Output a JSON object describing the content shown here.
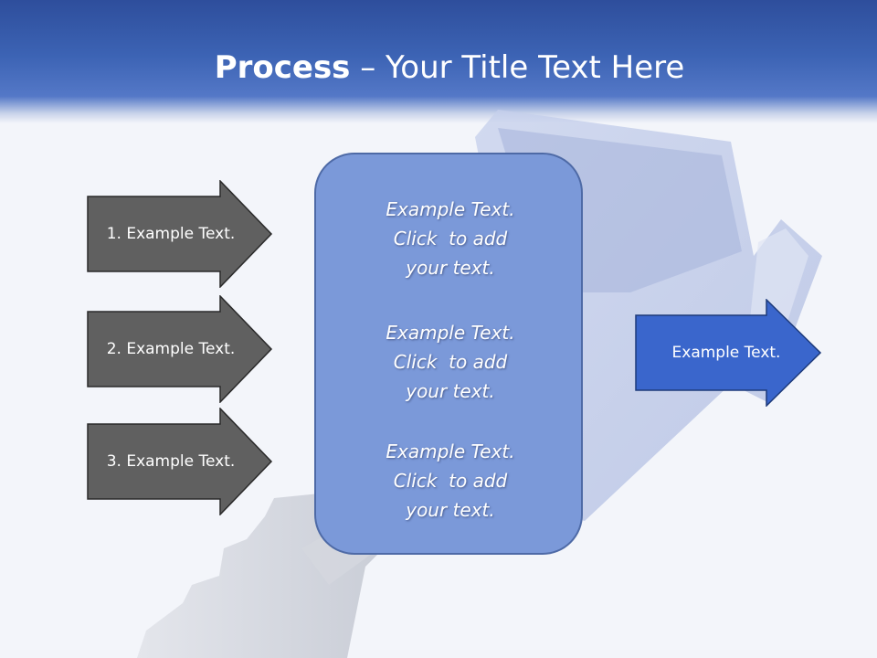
{
  "slide": {
    "title_bold": "Process",
    "title_rest": " – Your Title Text Here"
  },
  "steps": [
    {
      "label": "1. Example Text."
    },
    {
      "label": "2. Example Text."
    },
    {
      "label": "3. Example Text."
    }
  ],
  "center": {
    "blocks": [
      {
        "line1": "Example Text.",
        "line2": "Click  to add",
        "line3": "your text."
      },
      {
        "line1": "Example Text.",
        "line2": "Click  to add",
        "line3": "your text."
      },
      {
        "line1": "Example Text.",
        "line2": "Click  to add",
        "line3": "your text."
      }
    ]
  },
  "output": {
    "label": "Example Text."
  },
  "colors": {
    "title_band": "#3c63b4",
    "step_arrow_fill": "#606060",
    "center_box_fill": "#7b99d9",
    "output_arrow_fill": "#3a66cc"
  },
  "icons": {
    "background": "key-illustration"
  }
}
